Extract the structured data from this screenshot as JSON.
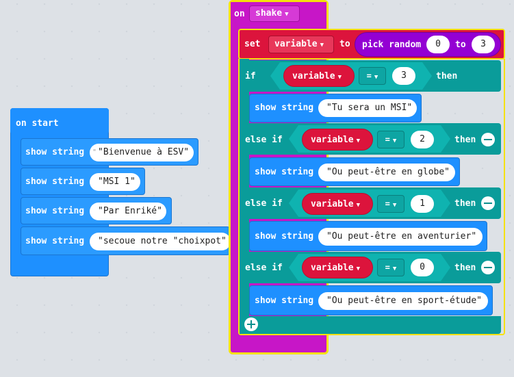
{
  "on_start": {
    "header": "on start",
    "show_label": "show string",
    "items": [
      {
        "text": "Bienvenue à ESV"
      },
      {
        "text": "MSI 1"
      },
      {
        "text": "Par Enriké"
      },
      {
        "text": "secoue notre \"choixpot"
      }
    ]
  },
  "on_shake": {
    "on": "on",
    "event": "shake",
    "set": {
      "label": "set",
      "variable": "variable",
      "to": "to",
      "pick_random": "pick random",
      "from": "0",
      "to_word": "to",
      "max": "3"
    },
    "if_label": "if",
    "else_if_label": "else if",
    "then_label": "then",
    "show_label": "show string",
    "variable": "variable",
    "operator": "=",
    "branches": [
      {
        "value": "3",
        "text": "Tu sera un MSI"
      },
      {
        "value": "2",
        "text": "Ou peut-être en globe"
      },
      {
        "value": "1",
        "text": "Ou peut-être en aventurier"
      },
      {
        "value": "0",
        "text": "Ou peut-être en sport-étude"
      }
    ]
  },
  "colors": {
    "basic": "#1e90ff",
    "event": "#c716c7",
    "variable": "#dc143c",
    "logic": "#0a9c9a",
    "math": "#9400d3",
    "selected": "#f5e10a"
  }
}
